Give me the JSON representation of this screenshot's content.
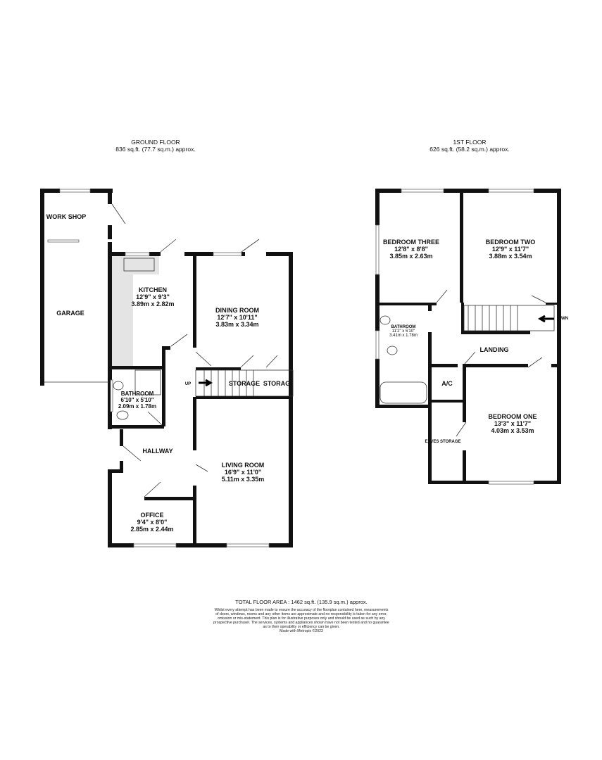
{
  "ground_floor": {
    "title": "GROUND FLOOR",
    "area": "836 sq.ft. (77.7 sq.m.) approx.",
    "rooms": {
      "workshop": {
        "name": "WORK SHOP"
      },
      "garage": {
        "name": "GARAGE"
      },
      "kitchen": {
        "name": "KITCHEN",
        "imperial": "12'9\"  x 9'3\"",
        "metric": "3.89m  x 2.82m"
      },
      "dining": {
        "name": "DINING ROOM",
        "imperial": "12'7\"  x 10'11\"",
        "metric": "3.83m  x 3.34m"
      },
      "bathroom": {
        "name": "BATHROOM",
        "imperial": "6'10\"  x 5'10\"",
        "metric": "2.09m  x 1.78m"
      },
      "storage1": {
        "name": "STORAGE"
      },
      "storage2": {
        "name": "STORAG"
      },
      "stairs_label": "UP",
      "hallway": {
        "name": "HALLWAY"
      },
      "living": {
        "name": "LIVING ROOM",
        "imperial": "16'9\"  x 11'0\"",
        "metric": "5.11m  x 3.35m"
      },
      "office": {
        "name": "OFFICE",
        "imperial": "9'4\"  x 8'0\"",
        "metric": "2.85m  x 2.44m"
      }
    }
  },
  "first_floor": {
    "title": "1ST FLOOR",
    "area": "626 sq.ft. (58.2 sq.m.) approx.",
    "rooms": {
      "bedroom_three": {
        "name": "BEDROOM THREE",
        "imperial": "12'8\"  x 8'8\"",
        "metric": "3.85m  x 2.63m"
      },
      "bedroom_two": {
        "name": "BEDROOM TWO",
        "imperial": "12'9\"  x 11'7\"",
        "metric": "3.88m  x 3.54m"
      },
      "bathroom": {
        "name": "BATHROOM",
        "imperial": "11'2\"  x 5'10\"",
        "metric": "3.41m  x 1.78m"
      },
      "landing": {
        "name": "LANDING"
      },
      "stairs_label": "WN",
      "ac": {
        "name": "A/C"
      },
      "eaves": {
        "name": "EAVES STORAGE"
      },
      "bedroom_one": {
        "name": "BEDROOM ONE",
        "imperial": "13'3\"  x 11'7\"",
        "metric": "4.03m  x 3.53m"
      }
    }
  },
  "footer": {
    "total": "TOTAL FLOOR AREA : 1462 sq.ft. (135.9 sq.m.) approx.",
    "disclaimer": [
      "Whilst every attempt has been made to ensure the accuracy of the floorplan contained here, measurements",
      "of doors, windows, rooms and any other items are approximate and no responsibility is taken for any error,",
      "omission or mis-statement. This plan is for illustrative purposes only and should be used as such by any",
      "prospective purchaser. The services, systems and appliances shown have not been tested and no guarantee",
      "as to their operability or efficiency can be given."
    ],
    "credit": "Made with Metropix ©2023"
  },
  "colors": {
    "wall": "#111111",
    "kitchen_counter": "#e4e4e4"
  }
}
